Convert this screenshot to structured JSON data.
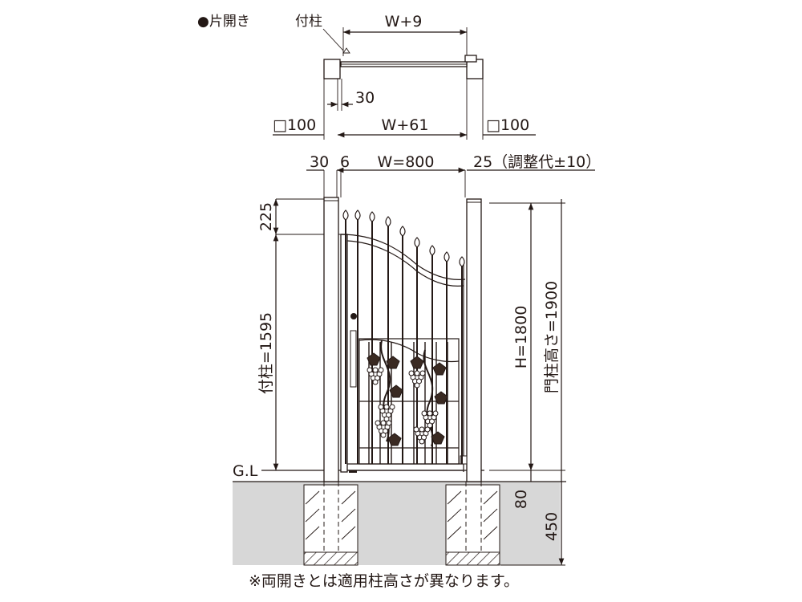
{
  "title": "●片開き",
  "plan": {
    "fixed_post_label": "付柱",
    "top_width": "W+9",
    "gap": "30",
    "left_post": "□100",
    "span": "W+61",
    "right_post": "□100"
  },
  "elevation": {
    "left_gap": "30",
    "hinge_gap": "6",
    "opening_width": "W=800",
    "adjust_gap": "25（調整代±10）",
    "top_offset": "225",
    "fixed_post_height": "付柱=1595",
    "gate_height": "H=1800",
    "gate_post_height": "門柱高さ=1900",
    "ground_label": "G.L",
    "embed_depth_a": "80",
    "embed_depth_b": "450"
  },
  "footnote": "※両開きとは適用柱高さが異なります。"
}
